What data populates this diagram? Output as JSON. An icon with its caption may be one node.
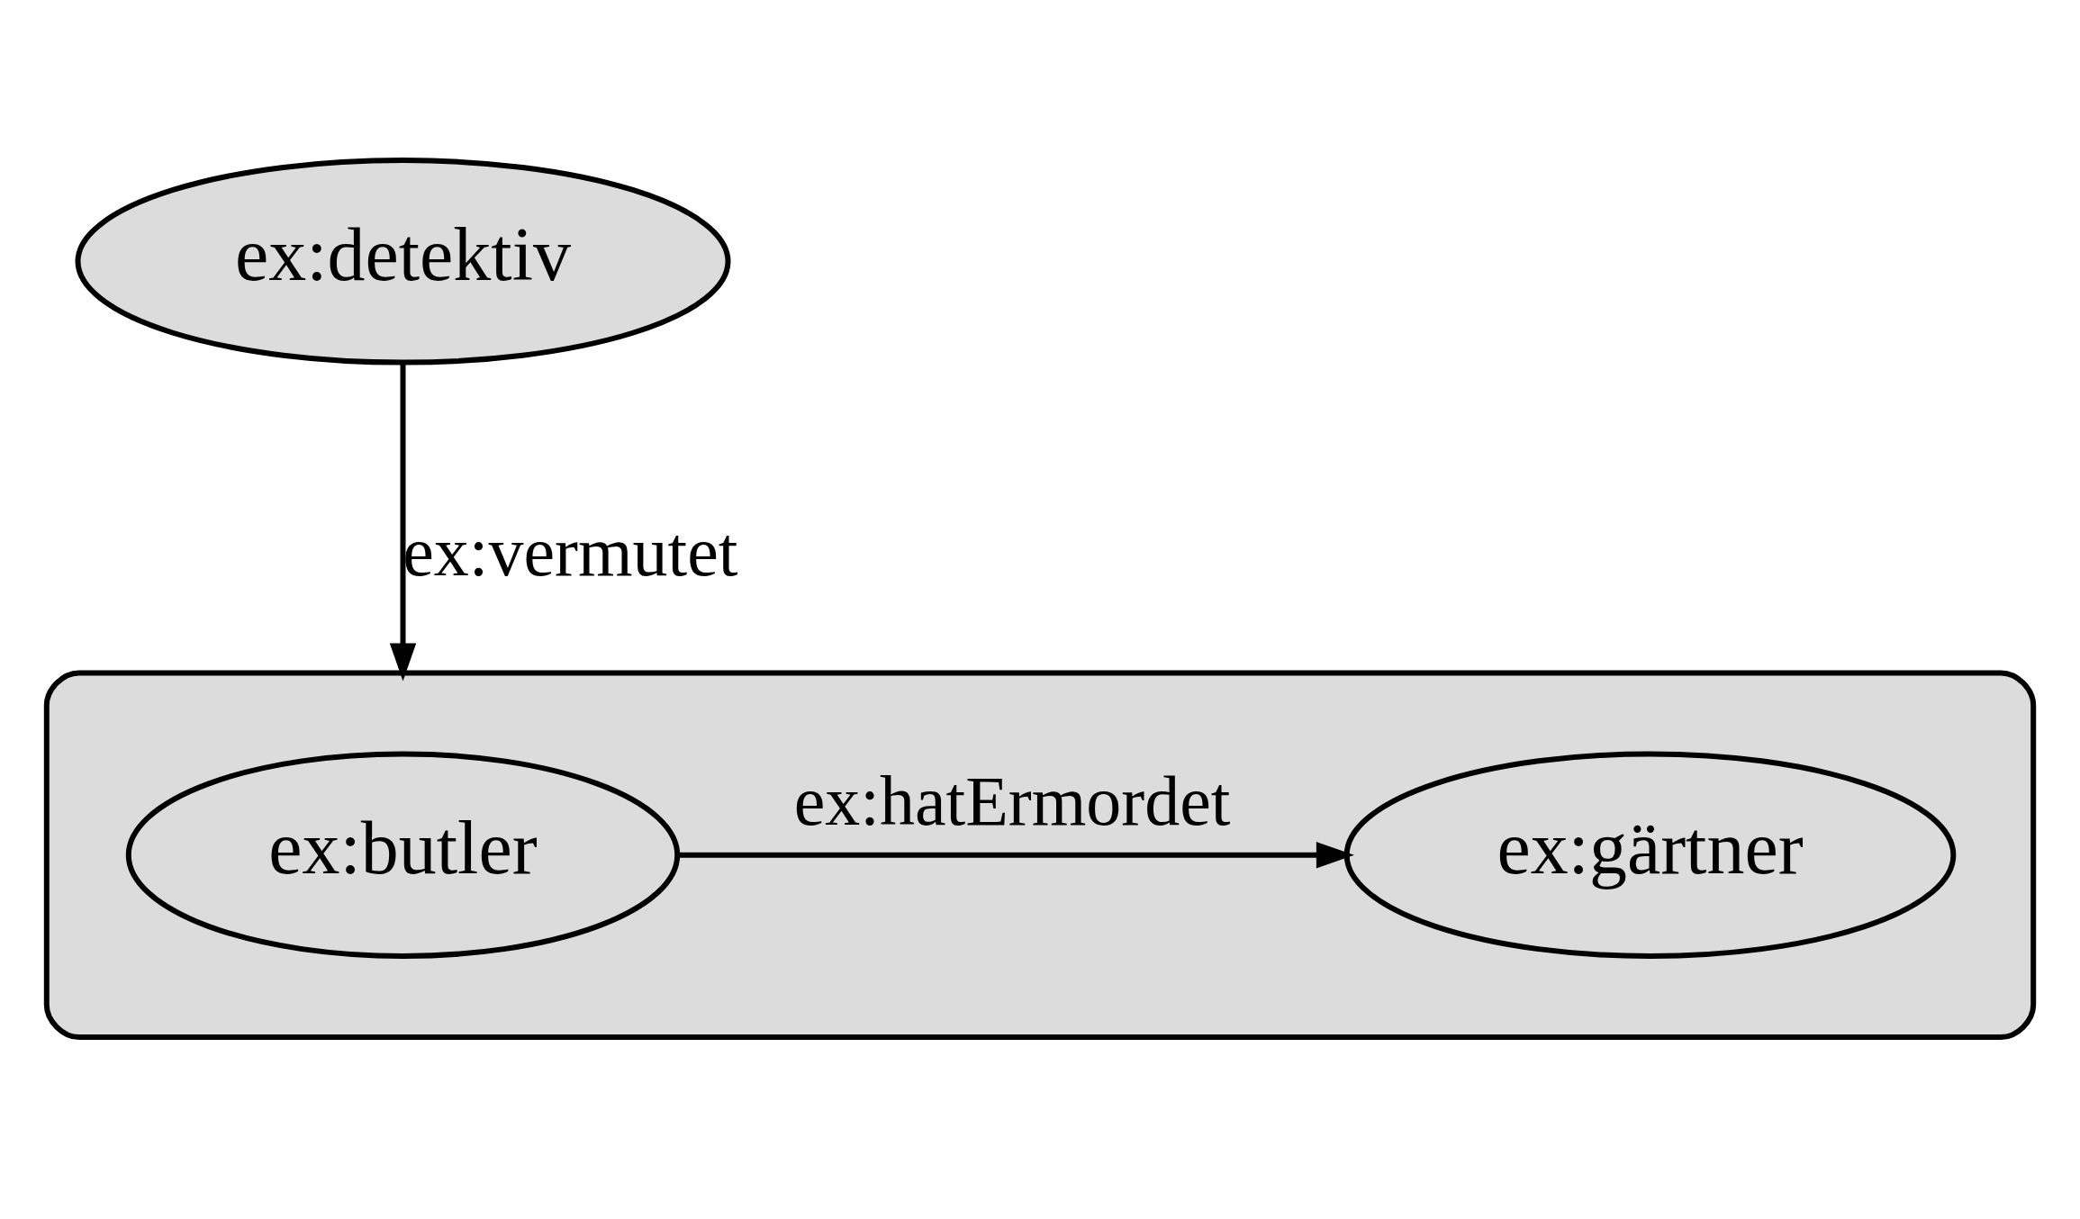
{
  "diagram": {
    "nodes": [
      {
        "text": [
          "ex:detektiv"
        ]
      },
      {
        "text": [],
        "shape": "ellipse"
      },
      {
        "text": [
          "ex:butler"
        ],
        "in": 1
      },
      {
        "text": [
          "ex:gärtner"
        ],
        "in": 1
      }
    ],
    "edges": [
      {
        "from": 0,
        "to": 1,
        "arrow": "to",
        "label": "ex:vermutet"
      },
      {
        "from": 2,
        "to": 3,
        "arrow": "to",
        "label": "ex:hatErmordet"
      }
    ]
  }
}
